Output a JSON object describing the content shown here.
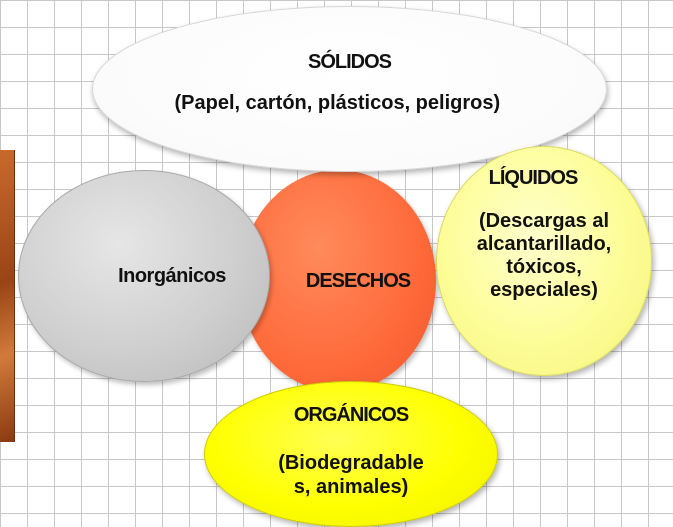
{
  "center": {
    "label": "DESECHOS"
  },
  "inorganicos": {
    "label": "Inorgánicos"
  },
  "solidos": {
    "title": "SÓLIDOS",
    "description": "(Papel, cartón, plásticos, peligros)"
  },
  "liquidos": {
    "title": "LÍQUIDOS",
    "description": "(Descargas al alcantarillado, tóxicos, especiales)"
  },
  "organicos": {
    "title": "ORGÁNICOS",
    "description": "(Biodegradables, animales)"
  },
  "colors": {
    "center": "#ff6a3a",
    "inorganicos": "#cfcfcf",
    "solidos": "#ffffff",
    "liquidos": "#fdfd98",
    "organicos": "#ffff00"
  }
}
